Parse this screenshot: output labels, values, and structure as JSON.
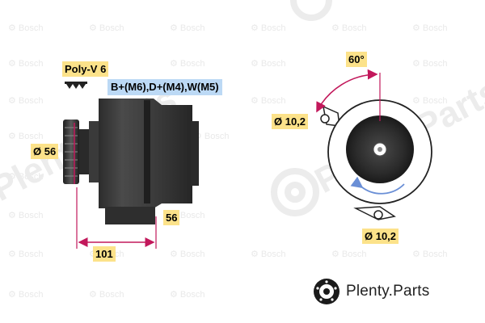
{
  "callouts": {
    "pulley_type": "Poly-V 6",
    "terminals": "B+(M6),D+(M4),W(M5)",
    "pulley_diameter": "Ø 56",
    "body_length": "101",
    "flange_length": "56",
    "mount_angle": "60°",
    "hole_top": "Ø 10,2",
    "hole_bottom": "Ø 10,2"
  },
  "watermark": {
    "brand": "Bosch",
    "site": "Plenty.Parts"
  },
  "brand_logo": {
    "text": "Plenty.Parts"
  },
  "colors": {
    "dimension_line": "#c2185b",
    "rotation_arrow": "#6a8fd6",
    "label_yellow": "#fce28a",
    "label_blue": "#bcd9f5",
    "body_dark": "#3a3a3a"
  }
}
